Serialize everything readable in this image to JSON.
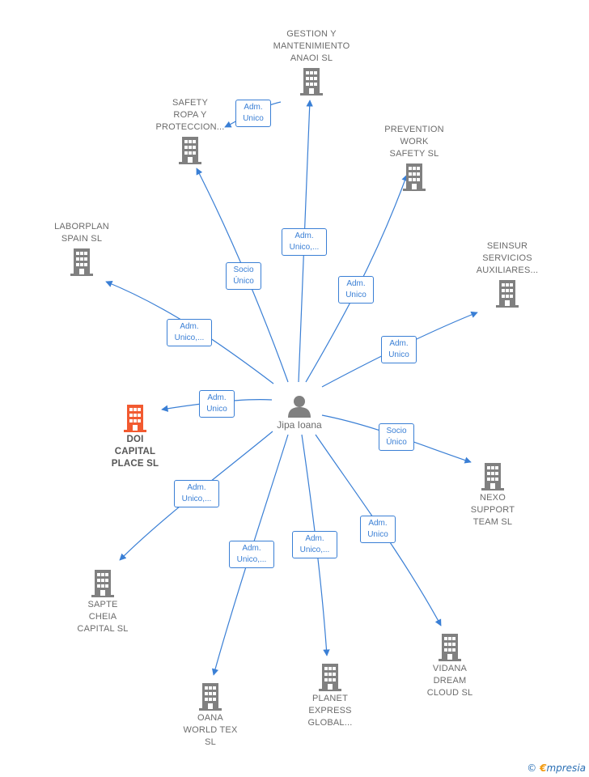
{
  "colors": {
    "edge": "#3a7fd5",
    "building": "#808080",
    "highlight": "#f25a30",
    "text": "#6b6b6b"
  },
  "person": {
    "name": "Jipa Ioana",
    "icon": "person-icon"
  },
  "companies": [
    {
      "id": "gestion",
      "name": "GESTION Y\nMANTENIMIENTO\nANAOI  SL",
      "icon": "building-icon"
    },
    {
      "id": "safety",
      "name": "SAFETY\nROPA Y\nPROTECCION...",
      "icon": "building-icon"
    },
    {
      "id": "prevention",
      "name": "PREVENTION\nWORK\nSAFETY  SL",
      "icon": "building-icon"
    },
    {
      "id": "laborplan",
      "name": "LABORPLAN\nSPAIN  SL",
      "icon": "building-icon"
    },
    {
      "id": "seinsur",
      "name": "SEINSUR\nSERVICIOS\nAUXILIARES...",
      "icon": "building-icon"
    },
    {
      "id": "doi",
      "name": "DOI\nCAPITAL\nPLACE  SL",
      "icon": "building-icon",
      "highlight": true
    },
    {
      "id": "nexo",
      "name": "NEXO\nSUPPORT\nTEAM  SL",
      "icon": "building-icon"
    },
    {
      "id": "sapte",
      "name": "SAPTE\nCHEIA\nCAPITAL  SL",
      "icon": "building-icon"
    },
    {
      "id": "vidana",
      "name": "VIDANA\nDREAM\nCLOUD  SL",
      "icon": "building-icon"
    },
    {
      "id": "oana",
      "name": "OANA\nWORLD TEX\nSL",
      "icon": "building-icon"
    },
    {
      "id": "planet",
      "name": "PLANET\nEXPRESS\nGLOBAL...",
      "icon": "building-icon"
    }
  ],
  "relations": [
    {
      "to": "gestion",
      "label": "Adm.\nUnico,..."
    },
    {
      "to": "safety",
      "label": "Socio\nÚnico"
    },
    {
      "to": "safety_gestion",
      "label": "Adm.\nUnico"
    },
    {
      "to": "prevention",
      "label": "Adm.\nUnico"
    },
    {
      "to": "laborplan",
      "label": "Adm.\nUnico,..."
    },
    {
      "to": "seinsur",
      "label": "Adm.\nUnico"
    },
    {
      "to": "doi",
      "label": "Adm.\nUnico"
    },
    {
      "to": "nexo",
      "label": "Socio\nÚnico"
    },
    {
      "to": "sapte",
      "label": "Adm.\nUnico,..."
    },
    {
      "to": "oana",
      "label": "Adm.\nUnico,..."
    },
    {
      "to": "planet",
      "label": "Adm.\nUnico,..."
    },
    {
      "to": "vidana",
      "label": "Adm.\nUnico"
    }
  ],
  "brand": {
    "copyright": "©",
    "e": "€",
    "rest": "mpresia"
  }
}
